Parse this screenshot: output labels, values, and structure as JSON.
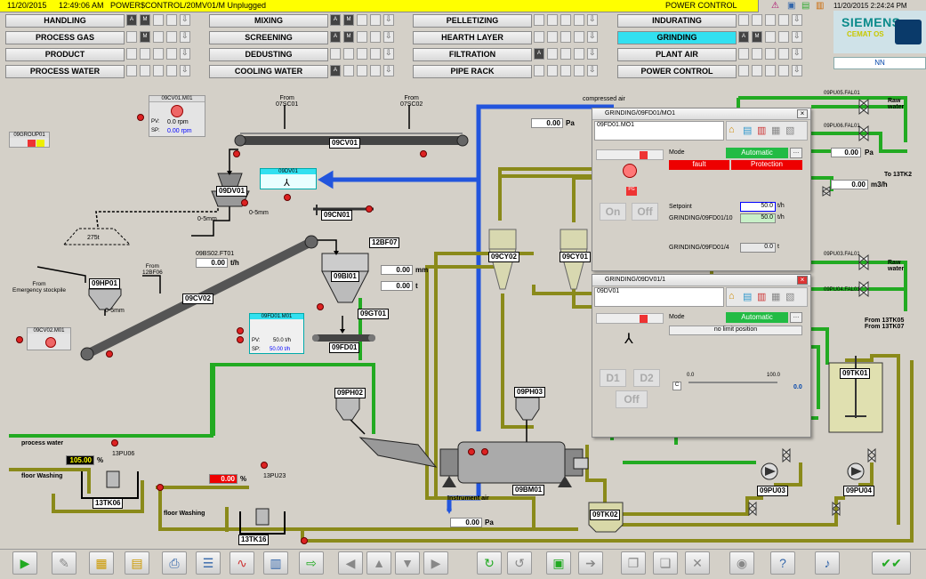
{
  "header": {
    "date": "11/20/2015",
    "time": "12:49:06 AM",
    "message": "POWER$CONTROL/20MV01/M Unplugged",
    "area": "POWER CONTROL",
    "clock": "11/20/2015 2:24:24 PM",
    "brand": "SIEMENS",
    "brand_sub": "CEMAT OS",
    "user": "NN"
  },
  "area_buttons": [
    {
      "label": "HANDLING"
    },
    {
      "label": "PROCESS GAS"
    },
    {
      "label": "PRODUCT"
    },
    {
      "label": "PROCESS WATER"
    },
    {
      "label": "MIXING"
    },
    {
      "label": "SCREENING"
    },
    {
      "label": "DEDUSTING"
    },
    {
      "label": "COOLING WATER"
    },
    {
      "label": "PELLETIZING"
    },
    {
      "label": "HEARTH LAYER"
    },
    {
      "label": "FILTRATION"
    },
    {
      "label": "PIPE RACK"
    },
    {
      "label": "INDURATING"
    },
    {
      "label": "GRINDING"
    },
    {
      "label": "PLANT AIR"
    },
    {
      "label": "POWER CONTROL"
    }
  ],
  "process": {
    "conveyor_cv01": "09CV01",
    "from_07sc01": "From\n07SC01",
    "from_07sc02": "From\n07SC02",
    "motor_cv01": "09CV01.M01",
    "pv_label": "PV:",
    "pv_cv01": "0.0 rpm",
    "sp_label": "SP:",
    "sp_cv01": "0.00 rpm",
    "group": "09GROUP01",
    "dv01": "09DV01",
    "dv01_box": "09DV01",
    "size_0_5": "0-5mm",
    "size_0_5b": "0-5mm",
    "cn01": "09CN01",
    "ton_275": "275t",
    "from_emerg": "From\nEmergency stockpile",
    "from_12bf06": "From\n12BF06",
    "hp01": "09HP01",
    "size_hp": "0-5mm",
    "cv02": "09CV02",
    "cv02_motor": "09CV02.M01",
    "ft01": "09BS02.FT01",
    "ft01_val": "0.00",
    "ft01_unit": "t/h",
    "bf07": "12BF07",
    "bi01": "09BI01",
    "bi01_mm": "0.00",
    "bi01_t": "0.00",
    "mm": "mm",
    "t": "t",
    "gt01": "09GT01",
    "fd01_box": "09FD01.M01",
    "pv_fd01": "50.0 t/h",
    "sp_fd01": "50.00 t/h",
    "fd01": "09FD01",
    "comp_air": "compressed air",
    "comp_val": "0.00",
    "pa": "Pa",
    "cy02": "09CY02",
    "cy01": "09CY01",
    "ph02": "09PH02",
    "ph03": "09PH03",
    "bm01": "09BM01",
    "instr_air": "Instrument air",
    "instr_val": "0.00",
    "pa2": "Pa",
    "process_water": "process water",
    "floor_washing1": "floor Washing",
    "floor_washing2": "floor Washing",
    "tk06": "13TK06",
    "tk16": "13TK16",
    "tk02": "09TK02",
    "pu06": "13PU06",
    "pu23": "13PU23",
    "lvl1": "105.00",
    "lvl2": "0.00",
    "pct": "%",
    "pct2": "%",
    "raw_water1": "Raw\nwater",
    "raw_water2": "Raw\nwater",
    "fal05": "09PU05.FAL01",
    "fal06": "09PU06.FAL01",
    "fal03": "09PU03.FAL01",
    "fal04": "09PU04.FAL01",
    "pa_right": "0.00",
    "pa_unit": "Pa",
    "to_13tk2": "To 13TK2",
    "m3h_val": "0.00",
    "m3h": "m3/h",
    "from_13tk05": "From 13TK05\nFrom 13TK07",
    "tk01": "09TK01",
    "pu03": "09PU03",
    "pu04": "09PU04"
  },
  "faceplate1": {
    "title": "GRINDING/09FD01/MO1",
    "tag": "09FD01.MO1",
    "mode_label": "Mode",
    "mode_value": "Automatic",
    "fault": "fault",
    "protection": "Protection",
    "on": "On",
    "off": "Off",
    "setpoint_label": "Setpoint",
    "setpoint_val": "50.0",
    "setpoint_unit": "t/h",
    "pv_label": "GRINDING/09FD01/10",
    "pv_val": "50.0",
    "pv_unit": "t/h",
    "bi_label": "GRINDING/09FD01/4",
    "bi_val": "0.0",
    "bi_unit": "t"
  },
  "faceplate2": {
    "title": "GRINDING/09DV01/1",
    "tag": "09DV01",
    "mode_label": "Mode",
    "mode_value": "Automatic",
    "limit": "no limit position",
    "d1": "D1",
    "d2": "D2",
    "off": "Off",
    "scale_min": "0.0",
    "scale_max": "100.0",
    "pos_val": "0.0",
    "c": "C"
  },
  "colors": {
    "water": "#22aa22",
    "air": "#2255dd",
    "slurry": "#8a8a1a",
    "alarm_bar": "#ffff00",
    "active_area": "#32e0f0"
  }
}
